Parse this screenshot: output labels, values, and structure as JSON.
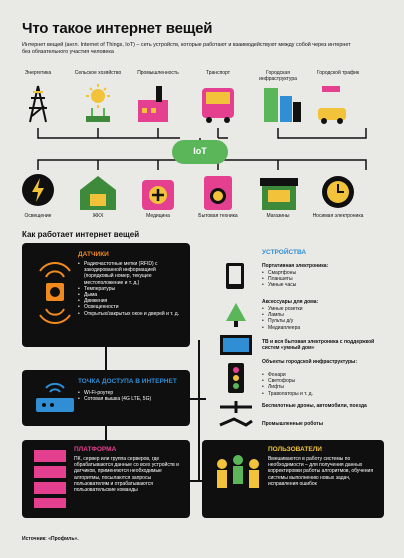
{
  "title": "Что такое интернет вещей",
  "intro": "Интернет вещей (англ. Internet of Things, IoT) – сеть устройств, которые работают и взаимодействуют между собой через интернет без обязательного участия человека",
  "top_categories": [
    "Энергетика",
    "Сельское хозяйство",
    "Промышленность",
    "Транспорт",
    "Городская инфраструктура",
    "Городской трафик"
  ],
  "hub_label": "IoT",
  "bottom_categories": [
    "Освещение",
    "ЖКХ",
    "Медицина",
    "Бытовая техника",
    "Магазины",
    "Носимая электроника"
  ],
  "section_title": "Как работает интернет вещей",
  "sensors": {
    "title": "ДАТЧИКИ",
    "items": [
      "Радиочастотные метки (RFID) с закодированной информацией (порядковый номер, текущее местоположение и т. д.)",
      "Температуры",
      "Дыма",
      "Движения",
      "Освещенности",
      "Открытых/закрытых окон и дверей и т. д."
    ]
  },
  "access": {
    "title": "ТОЧКА ДОСТУПА В ИНТЕРНЕТ",
    "items": [
      "Wi-Fi-роутер",
      "Сотовая вышка (4G LTE, 5G)"
    ]
  },
  "platform": {
    "title": "ПЛАТФОРМА",
    "text": "ПК, сервер или группа серверов, где обрабатываются данные со всех устройств и датчиков, применяются необходимые алгоритмы, посылаются запросы пользователям и отрабатываются пользовательские команды"
  },
  "devices": {
    "title": "УСТРОЙСТВА",
    "portable_head": "Портативная электроника:",
    "portable": [
      "Смартфоны",
      "Планшеты",
      "Умные часы"
    ],
    "home_head": "Аксессуары для дома:",
    "home": [
      "Умные розетки",
      "Лампы",
      "Пульты д/у",
      "Медиаплеера"
    ],
    "tv": "ТВ и вся бытовая электроника с поддержкой систем «умный дом»",
    "city_head": "Объекты городской инфраструктуры:",
    "city": [
      "Фонари",
      "Светофоры",
      "Лифты",
      "Траволаторы и т. д."
    ],
    "drones": "Беспилотные дроны, автомобили, поезда",
    "robots": "Промышленные роботы"
  },
  "users": {
    "title": "ПОЛЬЗОВАТЕЛИ",
    "text": "Вмешиваются в работу системы по необходимости – для получения данных корректировки работы алгоритмов, обучения системы выполнению новых задач, исправления ошибок"
  },
  "source": "Источник: «Профиль».",
  "colors": {
    "orange": "#f08a1f",
    "blue": "#2f8ed4",
    "pink": "#e4408f",
    "yellow": "#f2c33a",
    "green": "#5bb65a",
    "dark": "#0f0f10"
  }
}
